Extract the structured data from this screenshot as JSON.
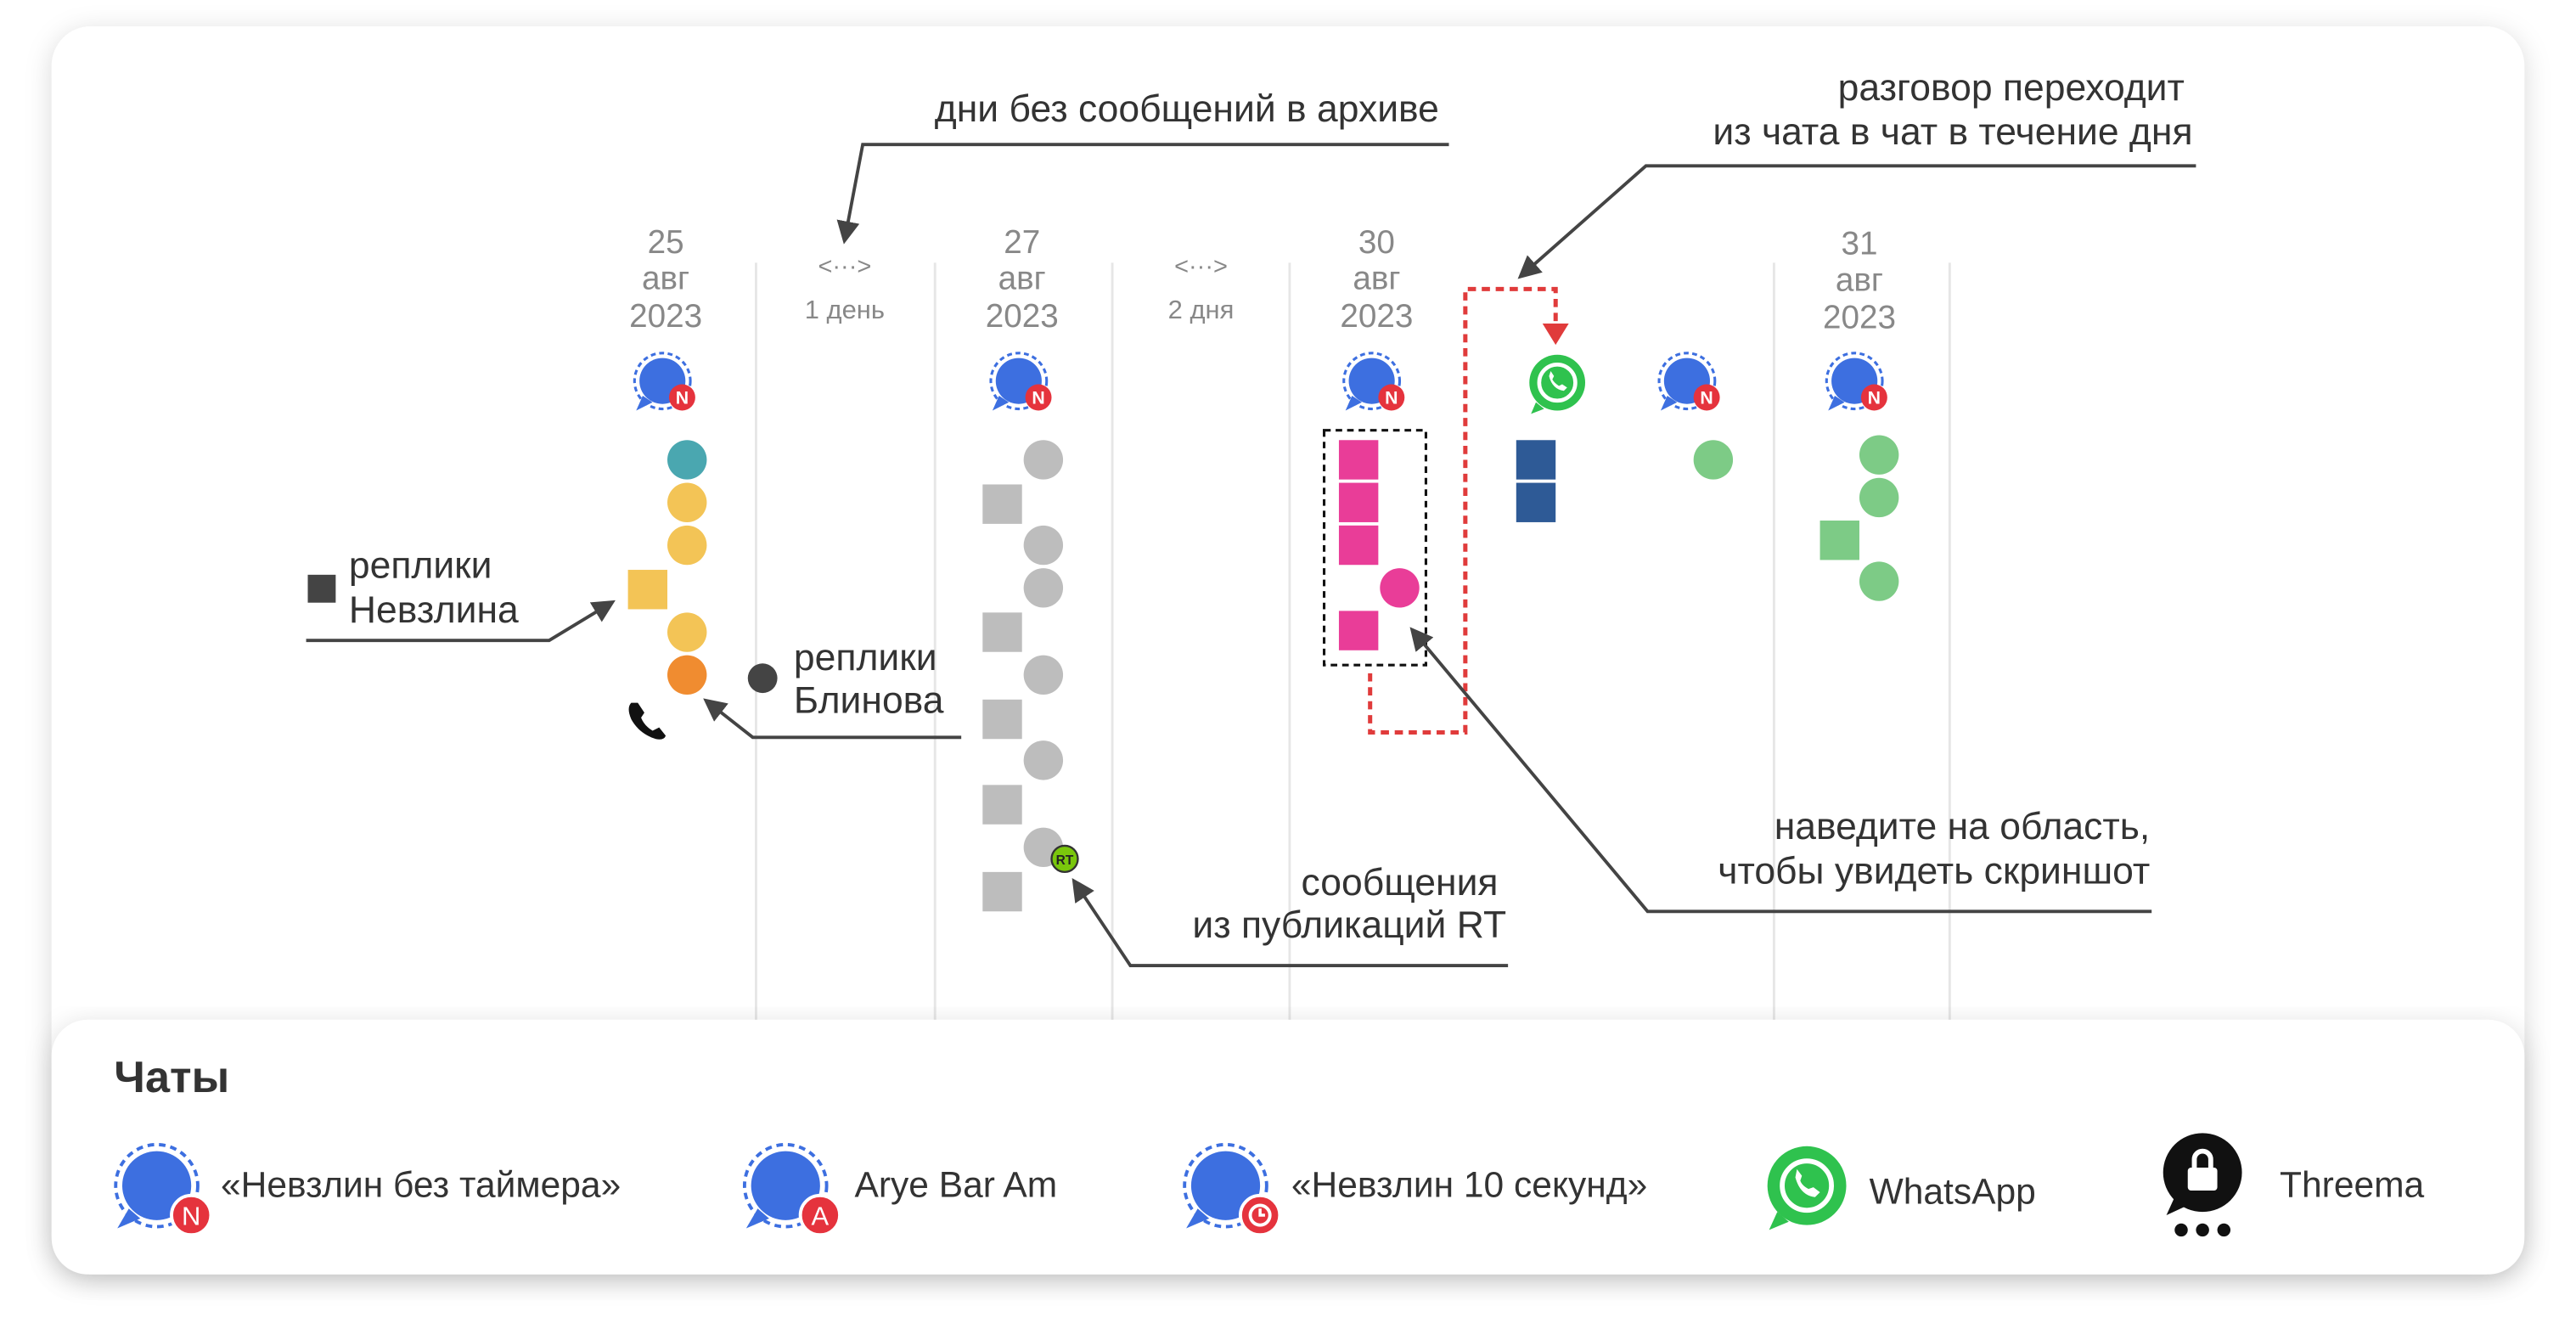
{
  "colors": {
    "signal_blue": "#3d6fe0",
    "badge_red": "#e5333d",
    "nevzlin_teal": "#4aa7b0",
    "nevzlin_yellow": "#f3c456",
    "nevzlin_orange": "#f08c30",
    "grey_marker": "#bdbdbd",
    "pink": "#e93d98",
    "dark_blue": "#2e5a96",
    "green": "#7dcb86",
    "whatsapp_green": "#2fc24e",
    "red_dash": "#e03b3b",
    "text_dark": "#333333",
    "text_grey": "#888888"
  },
  "days": [
    {
      "day": "25",
      "month": "авг",
      "year": "2023"
    },
    {
      "day": "27",
      "month": "авг",
      "year": "2023"
    },
    {
      "day": "30",
      "month": "авг",
      "year": "2023"
    },
    {
      "day": "31",
      "month": "авг",
      "year": "2023"
    }
  ],
  "gaps": [
    {
      "arrows": "<···>",
      "label": "1 день"
    },
    {
      "arrows": "<···>",
      "label": "2 дня"
    }
  ],
  "annotations": {
    "archive_gap": "дни без сообщений в архиве",
    "switch_line1": "разговор переходит",
    "switch_line2": "из чата в чат в течение дня",
    "nevzlin_line1": "реплики",
    "nevzlin_line2": "Невзлина",
    "blinov_line1": "реплики",
    "blinov_line2": "Блинова",
    "rt_line1": "сообщения",
    "rt_line2": "из публикаций RT",
    "hover_line1": "наведите на область,",
    "hover_line2": "чтобы увидеть скриншот"
  },
  "badges": {
    "n": "N",
    "a": "A",
    "rt": "RT"
  },
  "legend": {
    "title": "Чаты",
    "items": [
      {
        "icon": "signal-n-icon",
        "label": "«Невзлин без таймера»"
      },
      {
        "icon": "signal-a-icon",
        "label": "Arye Bar Am"
      },
      {
        "icon": "signal-timer-icon",
        "label": "«Невзлин 10 секунд»"
      },
      {
        "icon": "whatsapp-icon",
        "label": "WhatsApp"
      },
      {
        "icon": "threema-icon",
        "label": "Threema"
      }
    ]
  }
}
